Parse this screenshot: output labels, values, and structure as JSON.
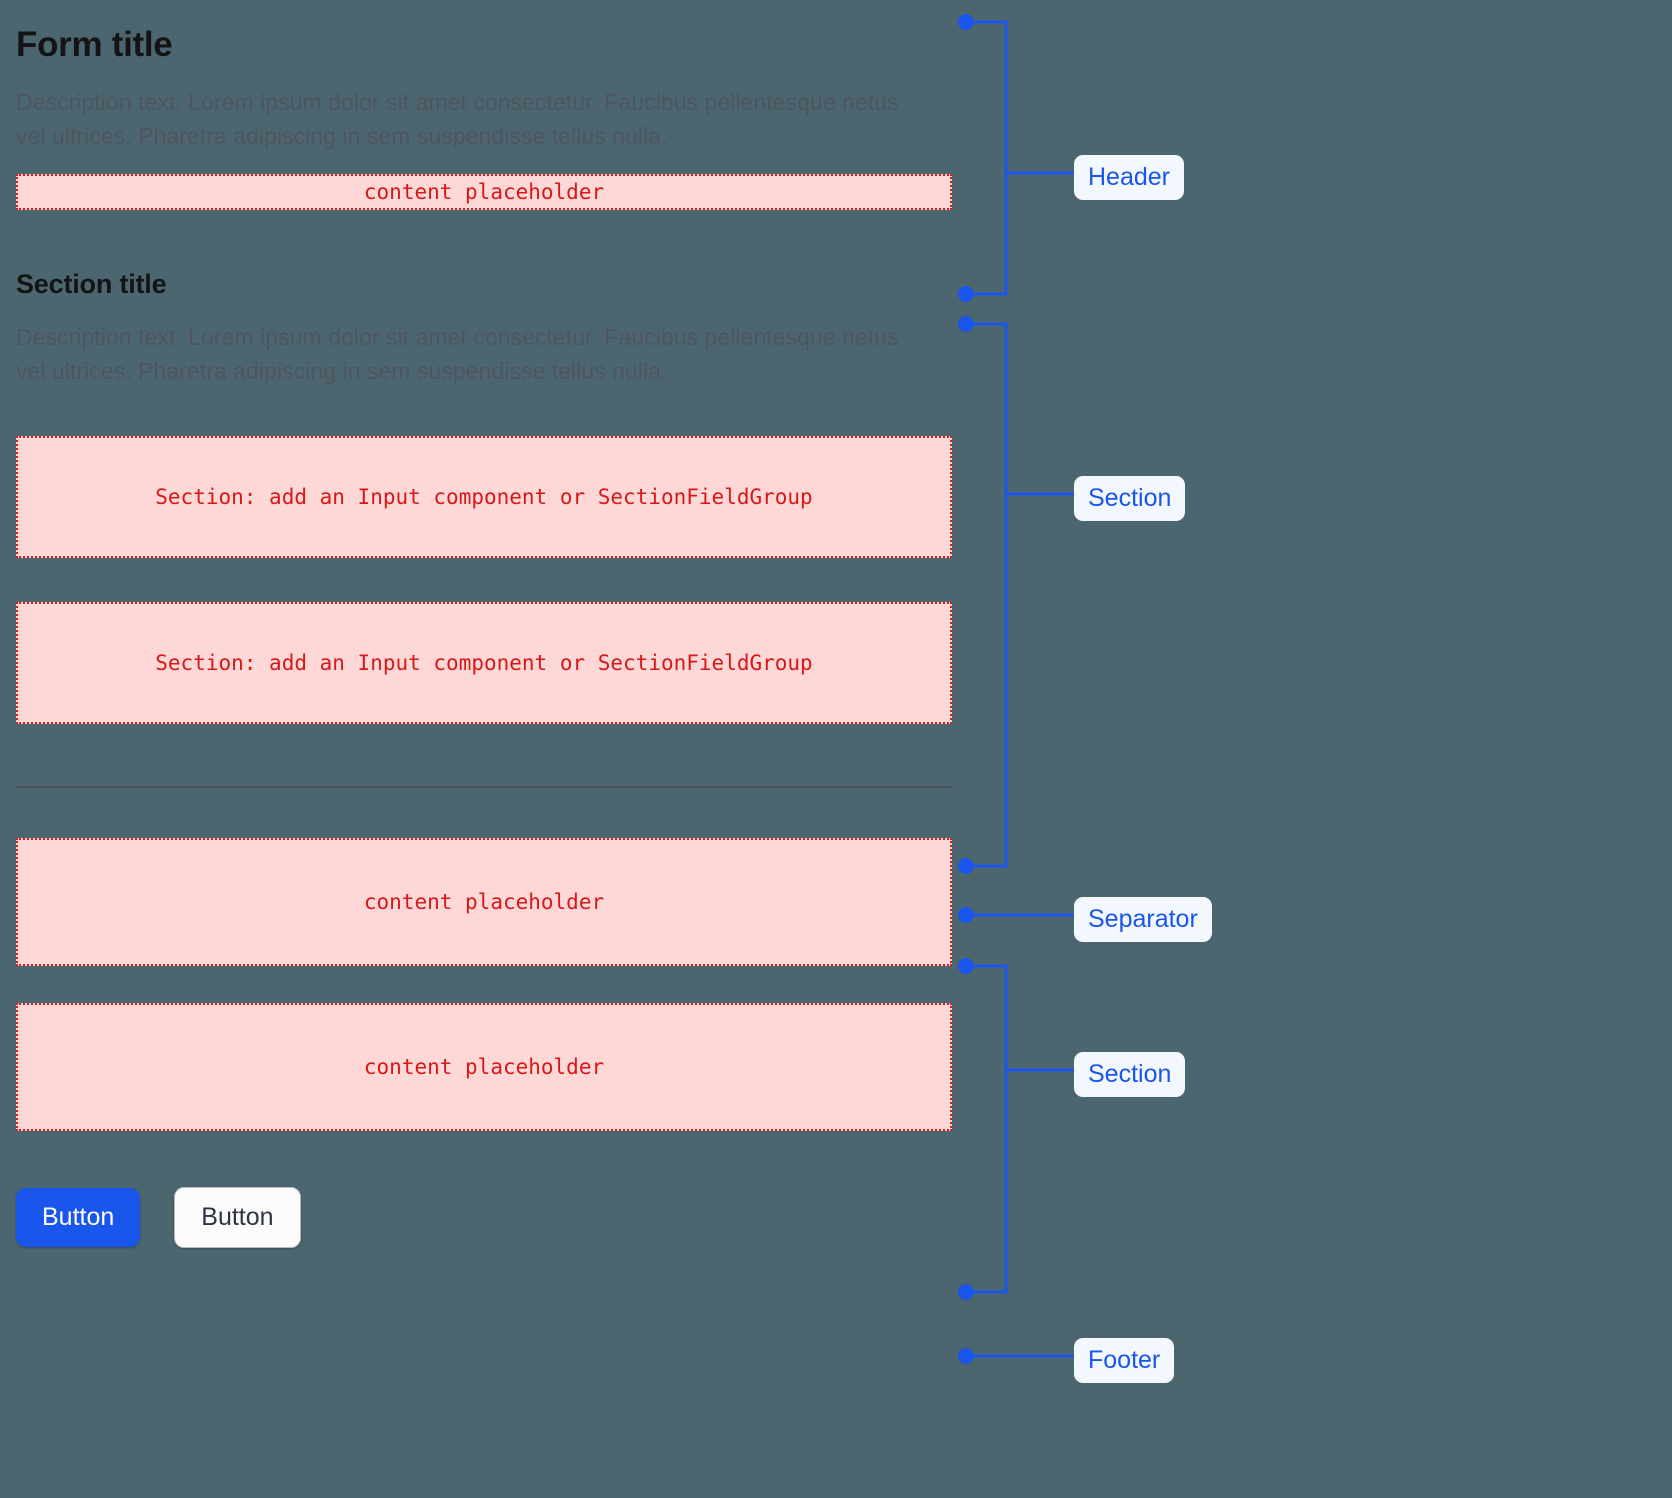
{
  "background_color": "#4c666f",
  "accent_color": "#1a56eb",
  "placeholder_color": "#d81818",
  "placeholder_fill": "#fdd8d7",
  "header": {
    "title": "Form title",
    "description": "Description text. Lorem ipsum dolor sit amet consectetur. Faucibus pellentesque netus vel ultrices. Pharetra adipiscing in sem suspendisse tellus nulla.",
    "placeholder": "content placeholder"
  },
  "section": {
    "title": "Section title",
    "description": "Description text. Lorem ipsum dolor sit amet consectetur. Faucibus pellentesque netus vel ultrices. Pharetra adipiscing in sem suspendisse tellus nulla.",
    "placeholders": [
      "Section: add an Input component or SectionFieldGroup",
      "Section: add an Input component or SectionFieldGroup"
    ]
  },
  "section_two": {
    "placeholders": [
      "content placeholder",
      "content placeholder"
    ]
  },
  "footer": {
    "primary_button": "Button",
    "secondary_button": "Button"
  },
  "annotations": [
    {
      "label": "Header"
    },
    {
      "label": "Section"
    },
    {
      "label": "Separator"
    },
    {
      "label": "Section"
    },
    {
      "label": "Footer"
    }
  ]
}
